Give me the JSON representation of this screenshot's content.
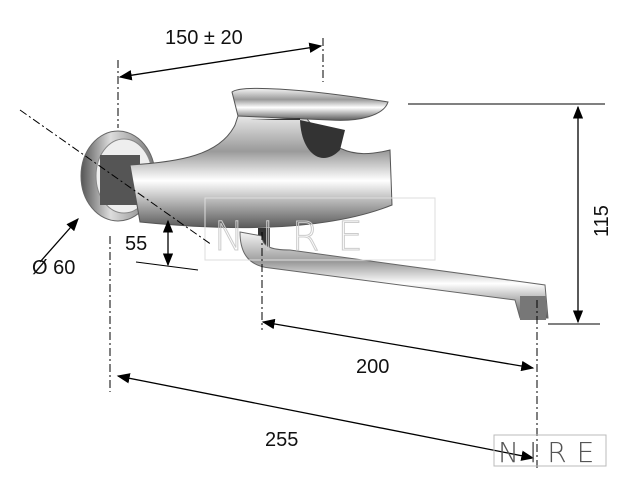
{
  "title": "Wall-mounted mixer faucet dimensions",
  "dimensions": {
    "handle_offset": "150 ± 20",
    "height": "115",
    "spout_height": "55",
    "rosette_diameter": "Ø 60",
    "spout_length": "200",
    "total_length": "255"
  },
  "watermark": "NIRE",
  "logo": "NIRE",
  "colors": {
    "line": "#000000",
    "chrome_dark": "#3a3a3a",
    "chrome_light": "#e8e8e8"
  }
}
